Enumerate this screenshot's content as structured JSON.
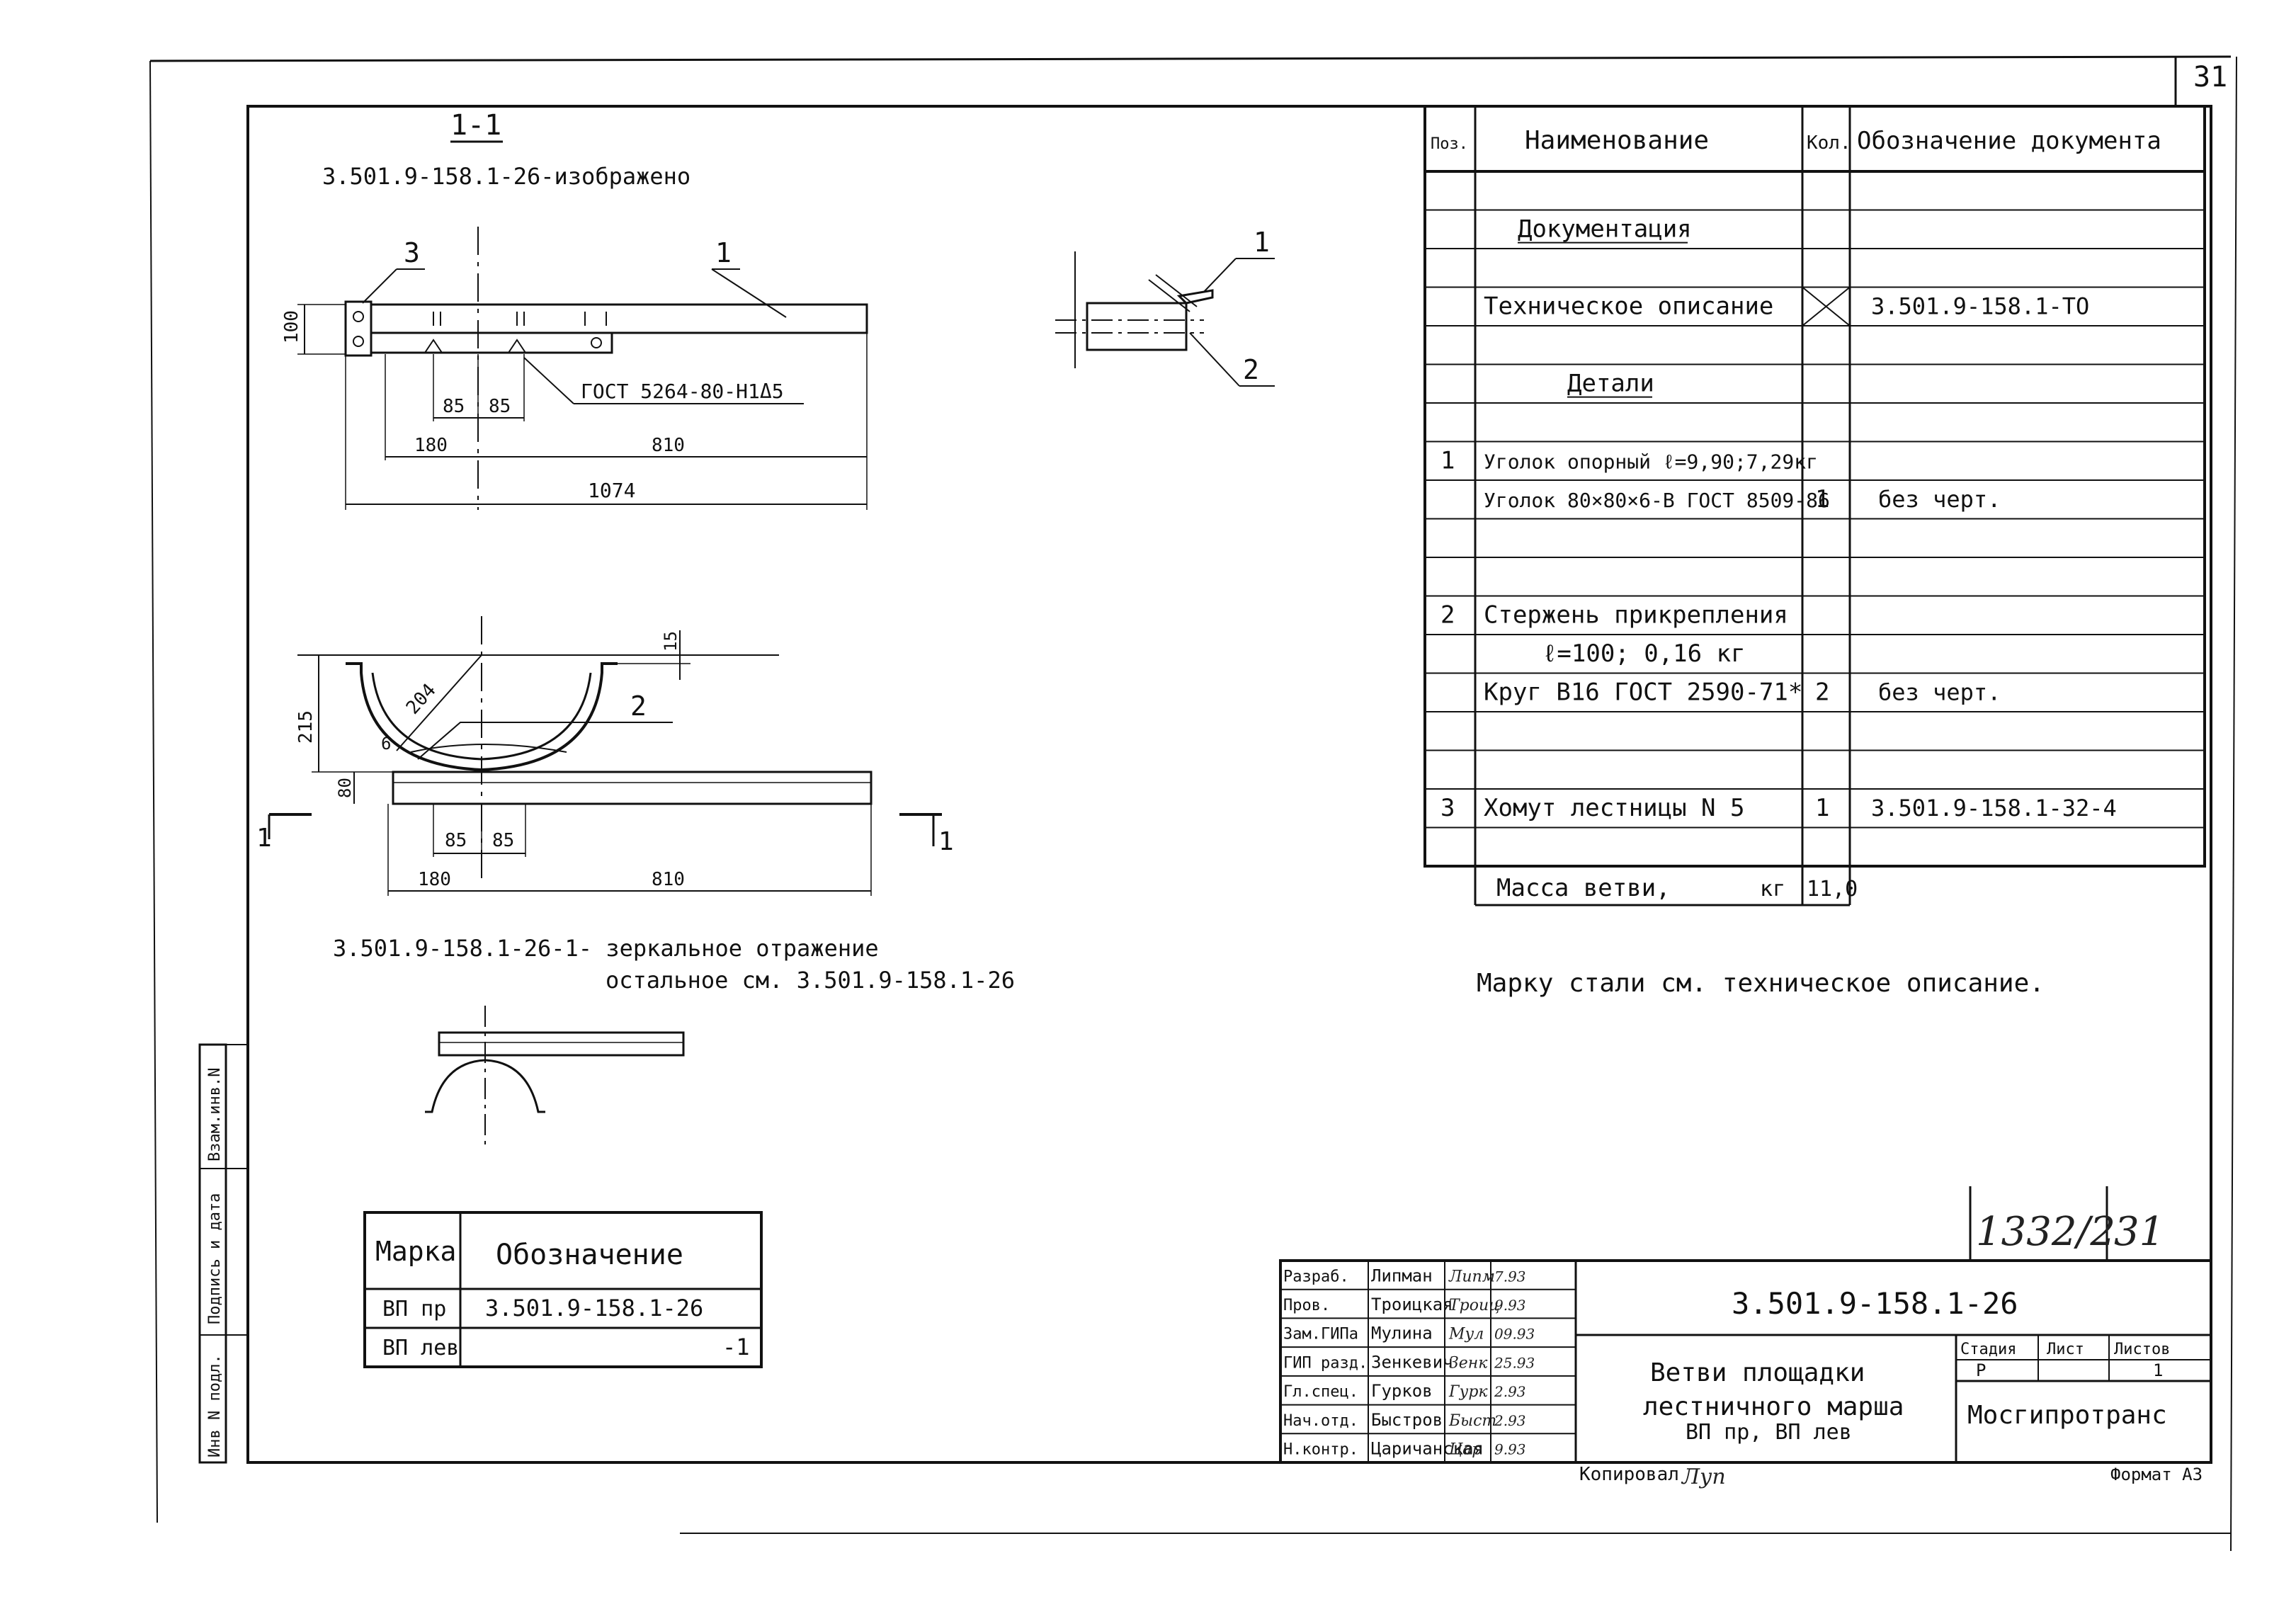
{
  "sheet": {
    "number": "31",
    "stamp": "1332/2",
    "stamp_sheet": "31",
    "format": "Формат А3",
    "copied": "Копировал",
    "copied_sign": "Луп"
  },
  "section": {
    "title": "1-1",
    "note_top": "3.501.9-158.1-26-изображено",
    "note_mirror_1": "3.501.9-158.1-26-1- зеркальное отражение",
    "note_mirror_2": "остальное см. 3.501.9-158.1-26"
  },
  "drawing": {
    "callouts": {
      "c1": "1",
      "c2": "2",
      "c3": "3",
      "side1": "1",
      "side2": "2"
    },
    "top_view": {
      "dim_height": "100",
      "dim_a": "85",
      "dim_b": "85",
      "dim_c": "180",
      "dim_d": "810",
      "dim_total": "1074",
      "gost": "ГОСТ 5264-80-Н1Δ5"
    },
    "front_view": {
      "dim_15": "15",
      "dim_215": "215",
      "dim_204": "204",
      "dim_6": "6",
      "dim_80": "80",
      "dim_a": "85",
      "dim_b": "85",
      "dim_c": "180",
      "dim_d": "810",
      "cut_left": "1",
      "cut_right": "1"
    }
  },
  "spec_table": {
    "headers": [
      "Поз.",
      "Наименование",
      "Кол.",
      "Обозначение документа"
    ],
    "rows": [
      {
        "pos": "",
        "name": "",
        "qty": "",
        "doc": ""
      },
      {
        "pos": "",
        "name": "Документация",
        "qty": "",
        "doc": "",
        "style": "heading"
      },
      {
        "pos": "",
        "name": "",
        "qty": "",
        "doc": ""
      },
      {
        "pos": "",
        "name": "Техническое описание",
        "qty": "",
        "doc": "3.501.9-158.1-ТО",
        "cross": true
      },
      {
        "pos": "",
        "name": "",
        "qty": "",
        "doc": ""
      },
      {
        "pos": "",
        "name": "Детали",
        "qty": "",
        "doc": "",
        "style": "heading"
      },
      {
        "pos": "",
        "name": "",
        "qty": "",
        "doc": ""
      },
      {
        "pos": "1",
        "name": "Уголок опорный ℓ=9,90;7,29кг",
        "qty": "",
        "doc": ""
      },
      {
        "pos": "",
        "name": "Уголок 80×80×6-В ГОСТ 8509-86",
        "qty": "1",
        "doc": "без черт."
      },
      {
        "pos": "",
        "name": "",
        "qty": "",
        "doc": ""
      },
      {
        "pos": "",
        "name": "",
        "qty": "",
        "doc": ""
      },
      {
        "pos": "2",
        "name": "Стержень прикрепления",
        "qty": "",
        "doc": ""
      },
      {
        "pos": "",
        "name": "ℓ=100; 0,16 кг",
        "qty": "",
        "doc": ""
      },
      {
        "pos": "",
        "name": "Круг В16 ГОСТ 2590-71*",
        "qty": "2",
        "doc": "без черт."
      },
      {
        "pos": "",
        "name": "",
        "qty": "",
        "doc": ""
      },
      {
        "pos": "",
        "name": "",
        "qty": "",
        "doc": ""
      },
      {
        "pos": "3",
        "name": "Хомут лестницы N 5",
        "qty": "1",
        "doc": "3.501.9-158.1-32-4"
      },
      {
        "pos": "",
        "name": "",
        "qty": "",
        "doc": ""
      }
    ],
    "mass_label": "Масса ветви,",
    "mass_unit": "кг",
    "mass_value": "11,0"
  },
  "steel_note": "Марку стали см. техническое описание.",
  "mark_table": {
    "headers": [
      "Марка",
      "Обозначение"
    ],
    "rows": [
      {
        "mark": "ВП пр",
        "doc": "3.501.9-158.1-26"
      },
      {
        "mark": "ВП лев",
        "doc": "-1"
      }
    ]
  },
  "side_stamp": [
    "Инв N подл.",
    "Подпись и дата",
    "Взам.инв.N"
  ],
  "title_block": {
    "code": "3.501.9-158.1-26",
    "title_1": "Ветви площадки",
    "title_2": "лестничного марша",
    "title_3": "ВП пр, ВП лев",
    "stage_header": "Стадия",
    "sheet_header": "Лист",
    "sheets_header": "Листов",
    "stage": "Р",
    "sheet": "",
    "sheets": "1",
    "org": "Мосгипротранс",
    "people": [
      {
        "role": "Разраб.",
        "name": "Липман",
        "sign": "Липм",
        "date": "7.93"
      },
      {
        "role": "Пров.",
        "name": "Троицкая",
        "sign": "Троиц",
        "date": "9.93"
      },
      {
        "role": "Зам.ГИПа",
        "name": "Мулина",
        "sign": "Мул",
        "date": "09.93"
      },
      {
        "role": "ГИП разд.",
        "name": "Зенкевич",
        "sign": "Зенк",
        "date": "25.93"
      },
      {
        "role": "Гл.спец.",
        "name": "Гурков",
        "sign": "Гурк",
        "date": "2.93"
      },
      {
        "role": "Нач.отд.",
        "name": "Быстров",
        "sign": "Быст",
        "date": "2.93"
      },
      {
        "role": "Н.контр.",
        "name": "Царичанская",
        "sign": "Цар",
        "date": "9.93"
      }
    ]
  }
}
